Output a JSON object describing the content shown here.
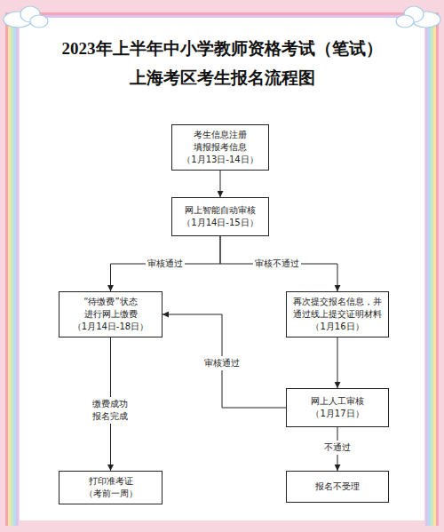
{
  "diagram": {
    "title": "2023年上半年中小学教师资格考试（笔试） 上海考区考生报名流程图",
    "nodes": [
      {
        "text": [
          "考生信息注册 填报报考信息 （1月13日-14日）"
        ]
      },
      {
        "text": [
          "网上智能自动审核 （1月14日-15日）"
        ]
      },
      {
        "text": [
          "“待缴费”状态 进行网上缴费 （1月14日-18日）"
        ]
      },
      {
        "text": [
          "再次提交报名信息，并 通过线上提交证明材料 （1月16日）"
        ]
      },
      {
        "text": [
          "网上人工审核 （1月17日）"
        ]
      },
      {
        "text": [
          "打印准考证 （考前一周）"
        ]
      },
      {
        "text": [
          "报名不受理"
        ]
      }
    ],
    "edges": [
      {
        "from": 0,
        "to": 1,
        "arrow": "to"
      },
      {
        "from": 1,
        "to": 2,
        "label": "审核通过",
        "arrow": "to"
      },
      {
        "from": 1,
        "to": 3,
        "label": "审核不通过",
        "arrow": "to"
      },
      {
        "from": 3,
        "to": 4,
        "arrow": "to"
      },
      {
        "from": 4,
        "to": 2,
        "label": "审核通过",
        "arrow": "to"
      },
      {
        "from": 2,
        "to": 5,
        "label": "缴费成功 报名完成",
        "arrow": "to"
      },
      {
        "from": 4,
        "to": 6,
        "label": "不通过",
        "arrow": "to"
      }
    ]
  }
}
